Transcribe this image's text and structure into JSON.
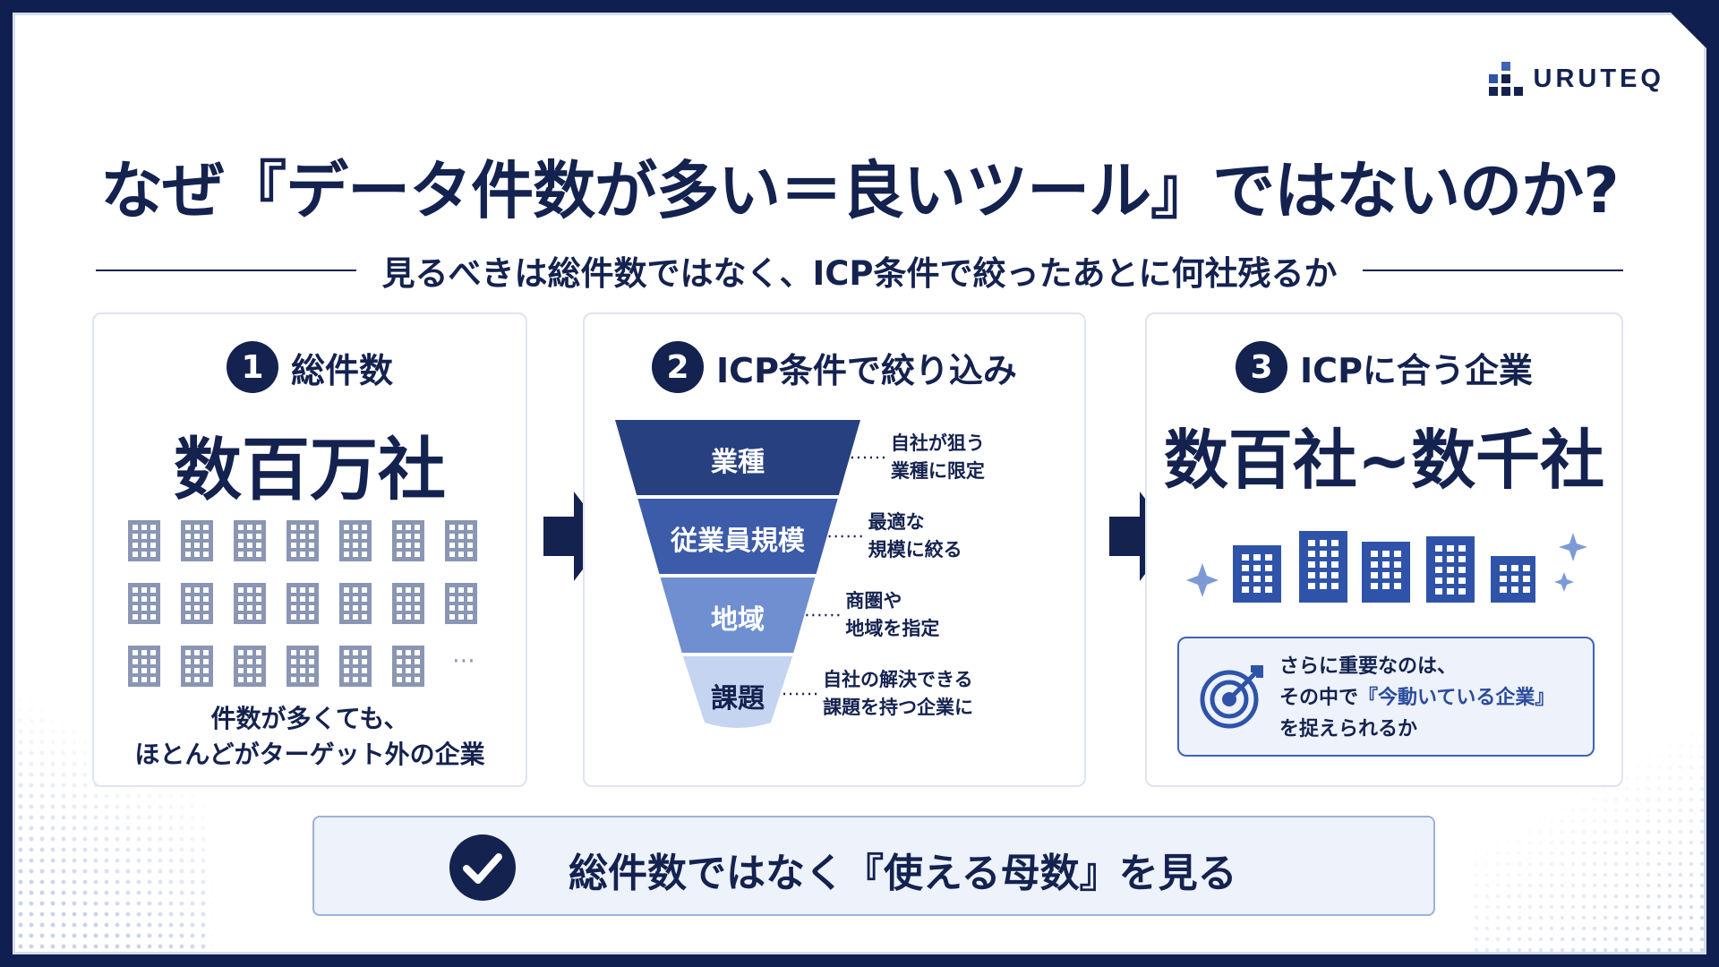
{
  "brand": {
    "name": "URUTEQ",
    "icon": "logo-blocks-icon"
  },
  "title": "なぜ『データ件数が多い＝良いツール』ではないのか?",
  "subtitle": "見るべきは総件数ではなく、ICP条件で絞ったあとに何社残るか",
  "steps": [
    {
      "number": "1",
      "label": "総件数",
      "big": "数百万社",
      "note_line1": "件数が多くても、",
      "note_line2": "ほとんどがターゲット外の企業",
      "ellipsis": "⋯"
    },
    {
      "number": "2",
      "label": "ICP条件で絞り込み",
      "funnel": [
        {
          "label": "業種",
          "note": "自社が狙う\n業種に限定"
        },
        {
          "label": "従業員規模",
          "note": "最適な\n規模に絞る"
        },
        {
          "label": "地域",
          "note": "商圏や\n地域を指定"
        },
        {
          "label": "課題",
          "note": "自社の解決できる\n課題を持つ企業に"
        }
      ]
    },
    {
      "number": "3",
      "label": "ICPに合う企業",
      "big": "数百社~数千社",
      "callout_line1": "さらに重要なのは、",
      "callout_line2_pre": "その中で",
      "callout_line2_hl": "『今動いている企業』",
      "callout_line3": "を捉えられるか"
    }
  ],
  "conclusion": "総件数ではなく『使える母数』を見る",
  "colors": {
    "navy": "#14224f",
    "funnel": [
      "#27407f",
      "#3c5ba8",
      "#6f8fd0",
      "#c5d4f0"
    ],
    "accent": "#3e63b8",
    "building_gray": "#8a96b3",
    "building_blue": "#2f53a8"
  },
  "icons": [
    "building-icon",
    "arrow-right-icon",
    "target-arrow-icon",
    "check-circle-icon",
    "sparkle-icon"
  ]
}
